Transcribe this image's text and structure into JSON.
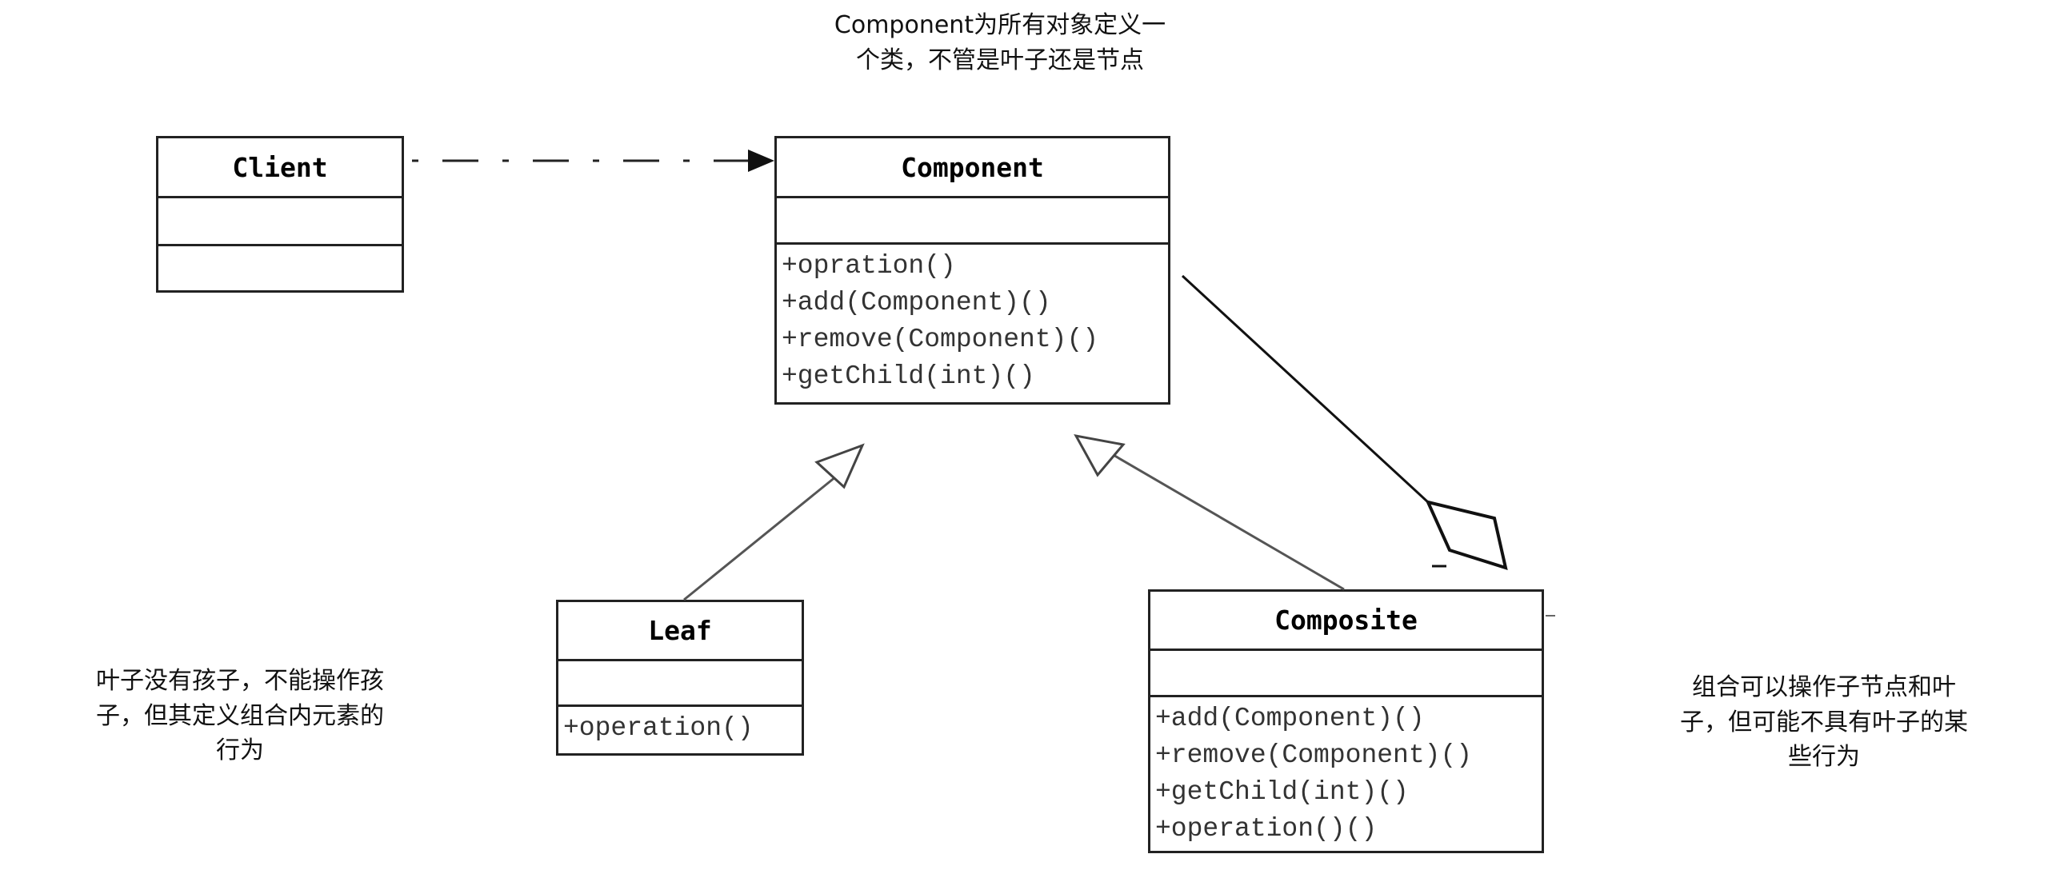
{
  "notes": {
    "component": "Component为所有对象定义一\n个类，不管是叶子还是节点",
    "leaf": "叶子没有孩子，不能操作孩\n子，但其定义组合内元素的\n行为",
    "composite": "组合可以操作子节点和叶\n子，但可能不具有叶子的某\n些行为"
  },
  "classes": {
    "client": {
      "name": "Client",
      "operations": []
    },
    "component": {
      "name": "Component",
      "operations": [
        "+opration()",
        "+add(Component)()",
        "+remove(Component)()",
        "+getChild(int)()"
      ]
    },
    "leaf": {
      "name": "Leaf",
      "operations": [
        "+operation()"
      ]
    },
    "composite": {
      "name": "Composite",
      "operations": [
        "+add(Component)()",
        "+remove(Component)()",
        "+getChild(int)()",
        "+operation()()"
      ]
    }
  },
  "relations": [
    {
      "type": "dependency",
      "from": "Client",
      "to": "Component"
    },
    {
      "type": "generalization",
      "from": "Leaf",
      "to": "Component"
    },
    {
      "type": "generalization",
      "from": "Composite",
      "to": "Component"
    },
    {
      "type": "aggregation",
      "from": "Composite",
      "to": "Component"
    }
  ]
}
